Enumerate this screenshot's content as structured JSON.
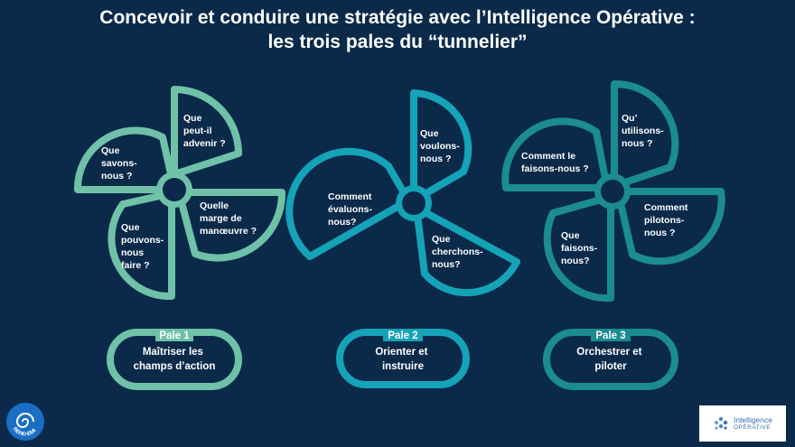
{
  "title": {
    "line1": "Concevoir et conduire une stratégie avec l’Intelligence Opérative :",
    "line2": "les trois pales du “tunnelier”"
  },
  "colors": {
    "background": "#0b2a4a",
    "pale1": "#6fc2a7",
    "pale2": "#15a3b8",
    "pale3": "#1b8c92",
    "blade_text": "#0b2a4a"
  },
  "pales": [
    {
      "blades": [
        {
          "lines": [
            "Que",
            "peut-il",
            "advenir ?"
          ]
        },
        {
          "lines": [
            "Que",
            "savons-",
            "nous ?"
          ]
        },
        {
          "lines": [
            "Que",
            "pouvons-",
            "nous",
            "faire ?"
          ]
        },
        {
          "lines": [
            "Quelle",
            "marge de",
            "manœuvre ?"
          ]
        }
      ],
      "label": "Pale 1",
      "description": [
        "Maîtriser les",
        "champs d’action"
      ]
    },
    {
      "blades": [
        {
          "lines": [
            "Que",
            "voulons-",
            "nous ?"
          ]
        },
        {
          "lines": [
            "Comment",
            "évaluons-",
            "nous?"
          ]
        },
        {
          "lines": [
            "Que",
            "cherchons-",
            "nous?"
          ]
        }
      ],
      "label": "Pale 2",
      "description": [
        "Orienter et",
        "instruire"
      ]
    },
    {
      "blades": [
        {
          "lines": [
            "Qu’",
            "utilisons-",
            "nous ?"
          ]
        },
        {
          "lines": [
            "Comment le",
            "faisons-nous ?"
          ]
        },
        {
          "lines": [
            "Que",
            "faisons-",
            "nous?"
          ]
        },
        {
          "lines": [
            "Comment",
            "pilotons-",
            "nous ?"
          ]
        }
      ],
      "label": "Pale 3",
      "description": [
        "Orchestrer et",
        "piloter"
      ]
    }
  ],
  "logos": {
    "left_icon": "spiral-logo-icon",
    "left_text": "REND-EMI",
    "right_line1": "Intelligence",
    "right_line2": "OPÉRATIVE",
    "right_icon": "dots-cluster-icon"
  }
}
